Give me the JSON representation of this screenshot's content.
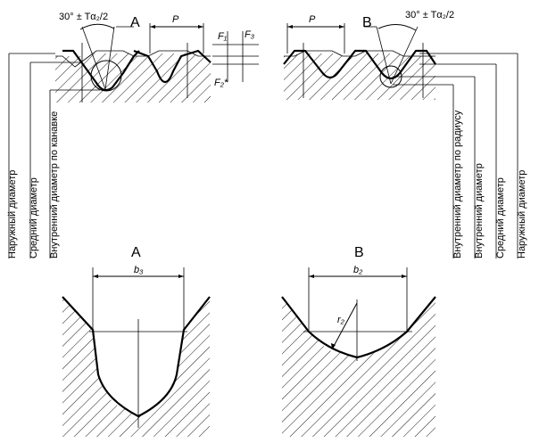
{
  "labels": {
    "angle_left": "30° ± Tα₂/2",
    "angle_right": "30° ± Tα₂/2",
    "detail_a": "A",
    "detail_b": "B",
    "pitch_left": "P",
    "pitch_right": "P",
    "f1": "F₁",
    "f2": "F₂*",
    "f3": "F₃",
    "b3": "b₃",
    "b2": "b₂",
    "r2": "r₂",
    "detail_a_title": "A",
    "detail_b_title": "B"
  },
  "diameters_left": [
    "Наружный диаметр",
    "Средний диаметр",
    "Внутренний диаметр по канавке"
  ],
  "diameters_right": [
    "Внутренний диаметр по радиусу",
    "Внутренний диаметр",
    "Средний диаметр",
    "Наружный диаметр"
  ]
}
